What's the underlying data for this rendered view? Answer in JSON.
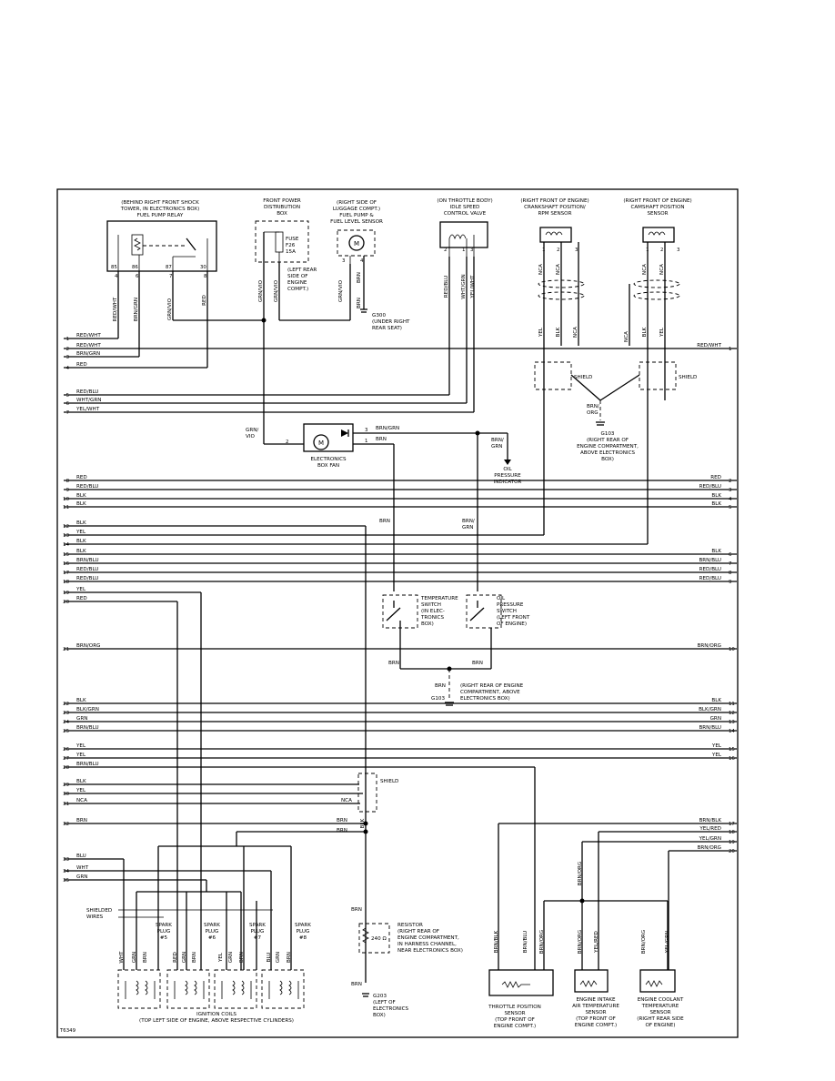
{
  "left_wire_labels": [
    "RED/WHT",
    "RED/WHT",
    "BRN/GRN",
    "RED",
    "RED/BLU",
    "WHT/GRN",
    "YEL/WHT",
    "RED",
    "RED/BLU",
    "BLK",
    "BLK",
    "BLK",
    "YEL",
    "BLK",
    "BLK",
    "BRN/BLU",
    "RED/BLU",
    "RED/BLU",
    "YEL",
    "RED",
    "BRN/ORG",
    "BLK",
    "BLK/GRN",
    "GRN",
    "BRN/BLU",
    "YEL",
    "YEL",
    "BRN/BLU",
    "BLK",
    "YEL",
    "NCA",
    "BRN",
    "BLU",
    "WHT",
    "GRN"
  ],
  "left_pins": [
    "1",
    "2",
    "3",
    "4",
    "5",
    "6",
    "7",
    "8",
    "9",
    "10",
    "11",
    "12",
    "13",
    "14",
    "15",
    "16",
    "17",
    "18",
    "19",
    "20",
    "21",
    "22",
    "23",
    "24",
    "25",
    "26",
    "27",
    "28",
    "29",
    "30",
    "31",
    "32",
    "33",
    "34",
    "35"
  ],
  "right_wire_labels": [
    "RED/WHT",
    "RED",
    "RED/BLU",
    "BLK",
    "BLK",
    "BLK",
    "BRN/BLU",
    "RED/BLU",
    "RED/BLU",
    "BRN/ORG",
    "BLK",
    "BLK/GRN",
    "GRN",
    "BRN/BLU",
    "YEL",
    "YEL",
    "BRN/BLK",
    "YEL/RED",
    "YEL/GRN",
    "BRN/ORG"
  ],
  "right_pins": [
    "1",
    "2",
    "3",
    "4",
    "5",
    "6",
    "7",
    "8",
    "9",
    "10",
    "11",
    "12",
    "13",
    "14",
    "15",
    "16",
    "17",
    "18",
    "19",
    "20"
  ],
  "components": {
    "fuel_pump_relay": [
      "(BEHIND RIGHT FRONT SHOCK",
      "TOWER, IN ELECTRONICS BOX)",
      "FUEL PUMP RELAY"
    ],
    "front_power_box": [
      "FRONT POWER",
      "DISTRIBUTION",
      "BOX"
    ],
    "fuse": [
      "FUSE",
      "F26",
      "15A"
    ],
    "fuse_note": [
      "(LEFT REAR",
      "SIDE OF",
      "ENGINE",
      "COMPT.)"
    ],
    "fuel_pump": [
      "(RIGHT SIDE OF",
      "LUGGAGE COMPT.)",
      "FUEL PUMP &",
      "FUEL LEVEL SENSOR"
    ],
    "g300": [
      "G300",
      "(UNDER RIGHT",
      "REAR SEAT)"
    ],
    "idle_valve": [
      "(ON THROTTLE BODY)",
      "IDLE SPEED",
      "CONTROL VALVE"
    ],
    "rpm_sensor": [
      "(RIGHT FRONT OF ENGINE)",
      "CRANKSHAFT POSITION/",
      "RPM SENSOR"
    ],
    "cam_sensor": [
      "(RIGHT FRONT OF ENGINE)",
      "CAMSHAFT POSITION",
      "SENSOR"
    ],
    "shield": "SHIELD",
    "g103_upper": [
      "G103",
      "(RIGHT REAR OF",
      "ENGINE COMPARTMENT,",
      "ABOVE ELECTRONICS",
      "BOX)"
    ],
    "fan": [
      "ELECTRONICS",
      "BOX FAN"
    ],
    "oil_indicator": [
      "OIL",
      "PRESSURE",
      "INDICATOR"
    ],
    "temp_switch": [
      "TEMPERATURE",
      "SWITCH",
      "(IN ELEC-",
      "TRONICS",
      "BOX)"
    ],
    "oil_switch": [
      "OIL",
      "PRESSURE",
      "SWITCH",
      "(LEFT FRONT",
      "OF ENGINE)"
    ],
    "g103_lower": [
      "(RIGHT REAR OF ENGINE",
      "COMPARTMENT, ABOVE",
      "ELECTRONICS BOX)"
    ],
    "g103_label": "G103",
    "resistor": [
      "RESISTOR",
      "(RIGHT REAR OF",
      "ENGINE COMPARTMENT,",
      "IN HARNESS CHANNEL,",
      "NEAR ELECTRONICS BOX)"
    ],
    "resistor_value": "240 Ω",
    "g203": [
      "G203",
      "(LEFT OF",
      "ELECTRONICS",
      "BOX)"
    ],
    "shielded_wires": [
      "SHIELDED",
      "WIRES"
    ],
    "plugs": [
      [
        "SPARK",
        "PLUG",
        "#5"
      ],
      [
        "SPARK",
        "PLUG",
        "#6"
      ],
      [
        "SPARK",
        "PLUG",
        "#7"
      ],
      [
        "SPARK",
        "PLUG",
        "#8"
      ]
    ],
    "coils": [
      "IGNITION COILS",
      "(TOP LEFT SIDE OF ENGINE, ABOVE RESPECTIVE CYLINDERS)"
    ],
    "tps": [
      "THROTTLE POSITION",
      "SENSOR",
      "(TOP FRONT OF",
      "ENGINE COMPT.)"
    ],
    "iat": [
      "ENGINE INTAKE",
      "AIR TEMPERATURE",
      "SENSOR",
      "(TOP FRONT OF",
      "ENGINE COMPT.)"
    ],
    "ect": [
      "ENGINE COOLANT",
      "TEMPERATURE",
      "SENSOR",
      "(RIGHT REAR SIDE",
      "OF ENGINE)"
    ]
  },
  "inline_labels": {
    "relay_pins": [
      "85",
      "86",
      "87",
      "30"
    ],
    "relay_pin_nums": [
      "4",
      "6",
      "7",
      "8"
    ],
    "relay_wires": [
      "RED/WHT",
      "BRN/GRN",
      "GRN/VIO",
      "RED"
    ],
    "fpd_wires": [
      "GRN/VIO",
      "GRN/VIO"
    ],
    "pump_wires": [
      "GRN/VIO",
      "BRN",
      "BRN"
    ],
    "pump_pins": [
      "3",
      "4"
    ],
    "idle_wires": [
      "RED/BLU",
      "WHT/GRN",
      "YEL/WHT"
    ],
    "idle_pins": [
      "2",
      "1",
      "3"
    ],
    "rpm_wires": [
      "NCA",
      "NCA",
      "YEL",
      "BLK",
      "NCA"
    ],
    "rpm_pins": [
      "1",
      "2",
      "3"
    ],
    "cam_wires": [
      "NCA",
      "NCA",
      "NCA",
      "BLK",
      "YEL"
    ],
    "cam_pins": [
      "1",
      "2",
      "3"
    ],
    "g103_wire": [
      "BRN/",
      "ORG"
    ],
    "fan_left": [
      "GRN/",
      "VIO"
    ],
    "fan_pins": [
      "2",
      "3",
      "1"
    ],
    "fan_wires": [
      "BRN/GRN",
      "BRN"
    ],
    "oil_wire": [
      "BRN/",
      "GRN"
    ],
    "mid_wires": [
      "BRN",
      "BRN/",
      "GRN",
      "BRN",
      "BRN",
      "BRN"
    ],
    "shield2_wires": [
      "NCA",
      "BRN",
      "BRN",
      "BLK",
      "BRN",
      "BRN"
    ],
    "coil_wires": [
      "WHT",
      "GRN",
      "BRN",
      "RED",
      "GRN",
      "BRN",
      "YEL",
      "GRN",
      "BRN",
      "BLU",
      "GRN",
      "BRN"
    ],
    "sensor_wires": [
      "BRN/BLK",
      "BRN/BLU",
      "BRN/ORG",
      "BRN/ORG",
      "YEL/RED",
      "BRN/ORG",
      "YEL/GRN",
      "BRN/ORG"
    ],
    "code": "T6349"
  }
}
